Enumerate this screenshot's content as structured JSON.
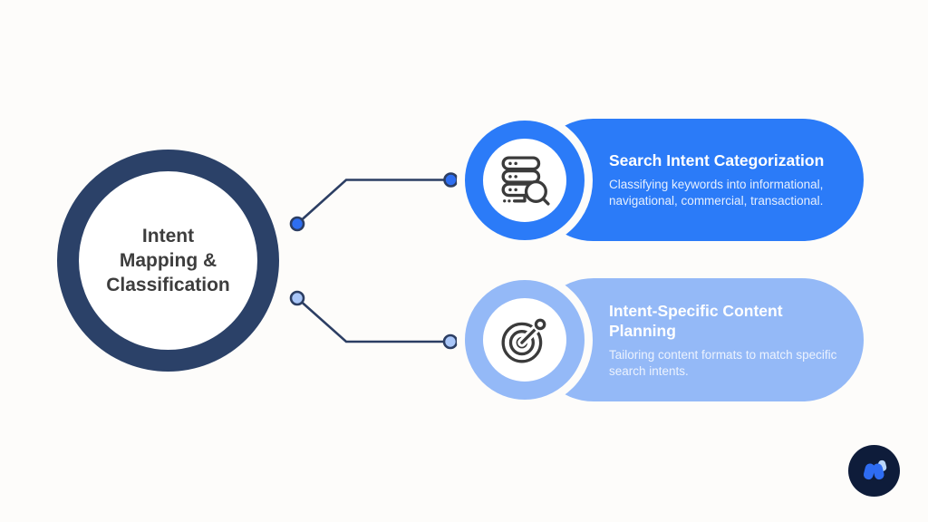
{
  "diagram": {
    "center": {
      "label_lines": [
        "Intent",
        "Mapping &",
        "Classification"
      ]
    },
    "cards": [
      {
        "title": "Search Intent Categorization",
        "description": "Classifying keywords into informational, navigational, commercial, transactional.",
        "icon": "server-search-icon",
        "accent_color": "#2b7bf8"
      },
      {
        "title": "Intent-Specific Content Planning",
        "description": "Tailoring content formats to match specific search intents.",
        "icon": "target-dart-icon",
        "accent_color": "#94b9f7"
      }
    ],
    "colors": {
      "background": "#fdfcfa",
      "center_ring": "#2b4168",
      "center_text": "#3d3d3d",
      "connector_line": "#2c3e63",
      "top_dot_fill": "#2e6ef0",
      "bottom_dot_fill": "#a9c6f8",
      "card1_fill": "#2b7bf8",
      "card2_fill": "#94b9f7",
      "icon_stroke": "#3b3b3b",
      "logo_circle": "#0e1c3a",
      "logo_mark_blue": "#2e6cf2",
      "logo_mark_light": "#b9d6fa"
    },
    "logo": "w-mark-logo"
  }
}
